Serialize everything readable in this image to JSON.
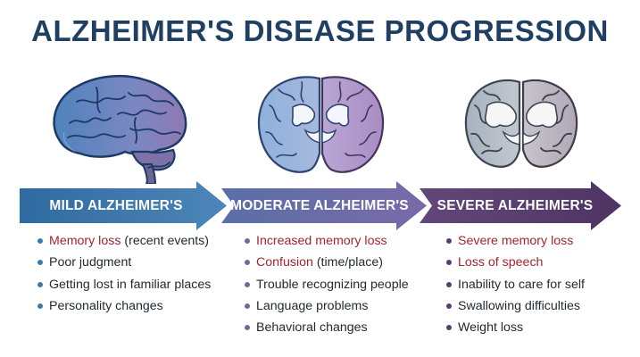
{
  "title": "ALZHEIMER'S DISEASE PROGRESSION",
  "colors": {
    "title": "#1f3f63",
    "highlight": "#a3242f",
    "stage_mild": "#3f7aa8",
    "stage_moderate": "#6f6ba3",
    "stage_severe": "#5b3d6d"
  },
  "stages": [
    {
      "label": "MILD ALZHEIMER'S",
      "symptoms": [
        {
          "highlight": "Memory loss",
          "rest": " (recent events)"
        },
        {
          "highlight": "",
          "rest": "Poor judgment"
        },
        {
          "highlight": "",
          "rest": "Getting lost in familiar places"
        },
        {
          "highlight": "",
          "rest": "Personality changes"
        }
      ]
    },
    {
      "label": "MODERATE ALZHEIMER'S",
      "symptoms": [
        {
          "highlight": "Increased memory loss",
          "rest": ""
        },
        {
          "highlight": "Confusion",
          "rest": " (time/place)"
        },
        {
          "highlight": "",
          "rest": "Trouble recognizing people"
        },
        {
          "highlight": "",
          "rest": "Language problems"
        },
        {
          "highlight": "",
          "rest": "Behavioral changes"
        }
      ]
    },
    {
      "label": "SEVERE ALZHEIMER'S",
      "symptoms": [
        {
          "highlight": "Severe memory loss",
          "rest": ""
        },
        {
          "highlight": "Loss of speech",
          "rest": ""
        },
        {
          "highlight": "",
          "rest": "Inability to care for self"
        },
        {
          "highlight": "",
          "rest": "Swallowing difficulties"
        },
        {
          "highlight": "",
          "rest": "Weight loss"
        }
      ]
    }
  ]
}
